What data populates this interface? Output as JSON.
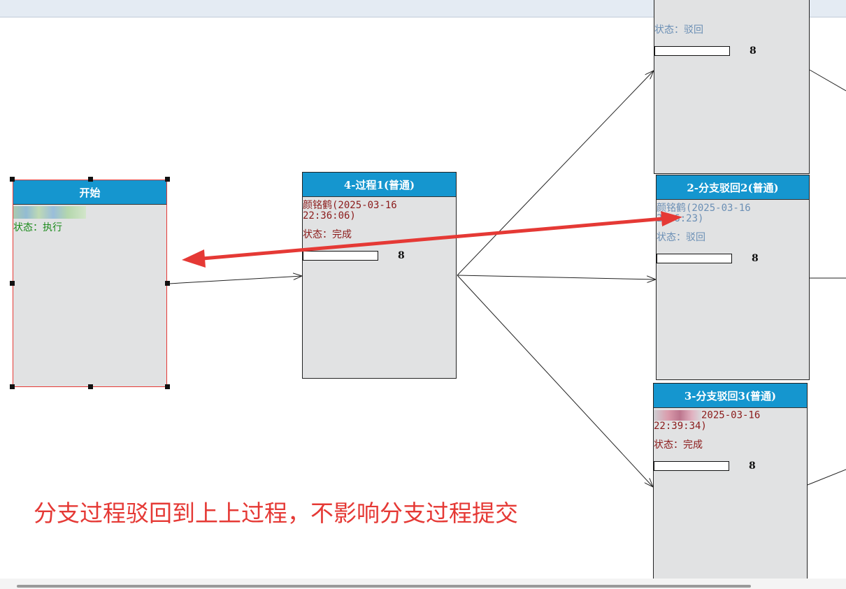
{
  "nodes": {
    "start": {
      "title": "开始",
      "status": "状态：执行",
      "bar_value": ""
    },
    "process1": {
      "title": "4-过程1(普通)",
      "user": "颜铭鹤(2025-03-16",
      "time": "22:36:06)",
      "status": "状态：完成",
      "bar_value": "8"
    },
    "top_right": {
      "status": "状态：驳回",
      "bar_value": "8"
    },
    "branch2": {
      "title": "2-分支驳回2(普通)",
      "user": "颜铭鹤(2025-03-16",
      "time": "2:36:23)",
      "status": "状态：驳回",
      "bar_value": "8"
    },
    "branch3": {
      "title": "3-分支驳回3(普通)",
      "user": "2025-03-16",
      "time": "22:39:34)",
      "status": "状态：完成",
      "bar_value": "8"
    }
  },
  "annotation": "分支过程驳回到上上过程，不影响分支过程提交",
  "colors": {
    "header": "#1596cf",
    "annotation": "#e53935",
    "node_fill": "#e1e2e3"
  }
}
